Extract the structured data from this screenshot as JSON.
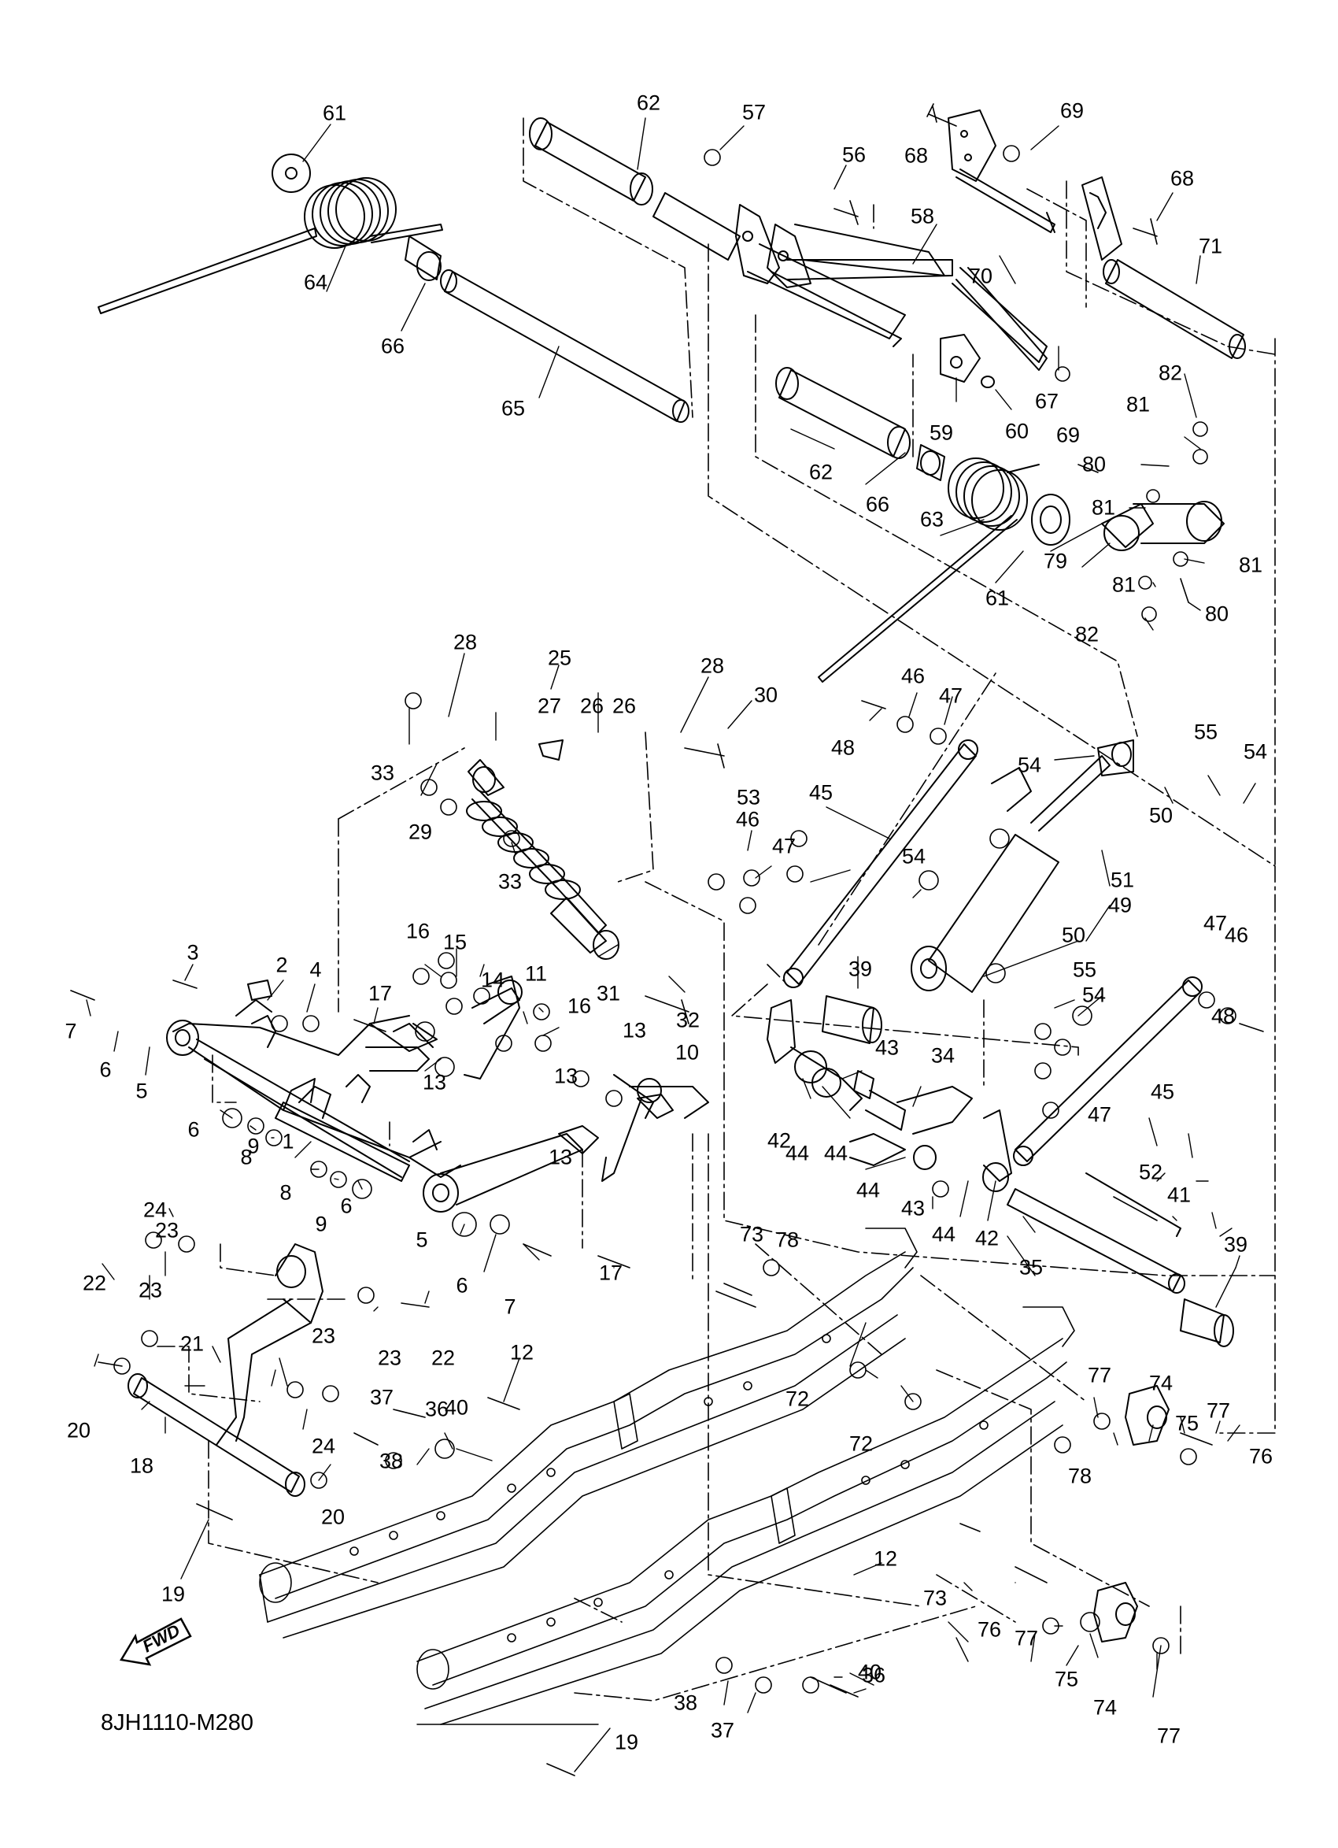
{
  "diagram": {
    "code": "8JH1110-M280",
    "fwd": "FWD",
    "part_numbers": [
      "1",
      "2",
      "3",
      "4",
      "5",
      "5",
      "6",
      "6",
      "6",
      "6",
      "7",
      "7",
      "8",
      "8",
      "9",
      "9",
      "10",
      "11",
      "12",
      "12",
      "13",
      "13",
      "13",
      "13",
      "14",
      "15",
      "16",
      "16",
      "17",
      "17",
      "18",
      "19",
      "19",
      "20",
      "20",
      "21",
      "22",
      "22",
      "23",
      "23",
      "23",
      "23",
      "24",
      "24",
      "25",
      "26",
      "26",
      "27",
      "28",
      "28",
      "29",
      "30",
      "31",
      "32",
      "33",
      "33",
      "34",
      "35",
      "36",
      "36",
      "37",
      "37",
      "38",
      "38",
      "39",
      "39",
      "40",
      "40",
      "41",
      "42",
      "42",
      "43",
      "43",
      "44",
      "44",
      "44",
      "44",
      "45",
      "45",
      "46",
      "46",
      "46",
      "47",
      "47",
      "47",
      "47",
      "48",
      "48",
      "49",
      "50",
      "50",
      "51",
      "52",
      "53",
      "54",
      "54",
      "54",
      "54",
      "55",
      "55",
      "56",
      "57",
      "58",
      "59",
      "60",
      "61",
      "61",
      "62",
      "62",
      "63",
      "64",
      "65",
      "66",
      "66",
      "67",
      "68",
      "68",
      "69",
      "69",
      "70",
      "71",
      "72",
      "72",
      "73",
      "73",
      "74",
      "74",
      "75",
      "75",
      "76",
      "76",
      "77",
      "77",
      "77",
      "77",
      "78",
      "78",
      "79",
      "80",
      "80",
      "81",
      "81",
      "81",
      "81",
      "82",
      "82"
    ]
  }
}
